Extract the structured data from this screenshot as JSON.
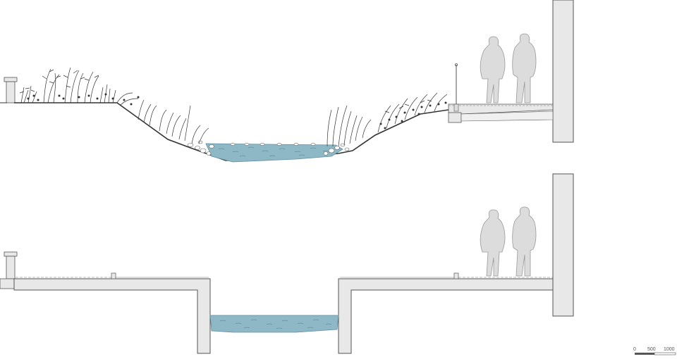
{
  "scale_bar": {
    "labels": [
      "0",
      "500",
      "1000"
    ]
  },
  "colors": {
    "water": "#8fb8c6",
    "water_line": "#5d8fa0",
    "structure_fill": "#e8e8e8",
    "figure_fill": "#dcdcdc",
    "line": "#555555",
    "vegetation": "#333333"
  },
  "sections": [
    {
      "id": "naturalized-bank",
      "has_vegetation": true
    },
    {
      "id": "concrete-channel",
      "has_vegetation": false
    }
  ]
}
